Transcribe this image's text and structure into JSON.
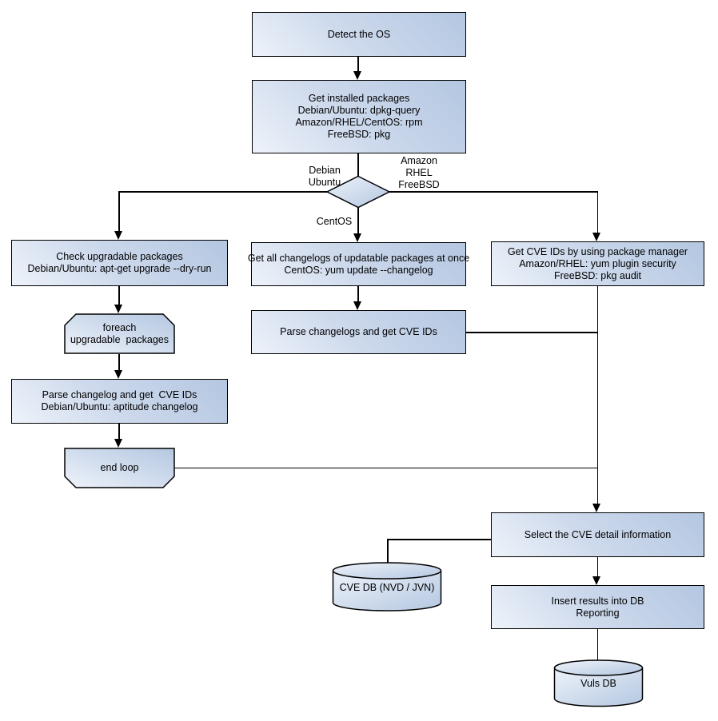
{
  "colors": {
    "node_fill_light": "#eef3fa",
    "node_fill_dark": "#b4c7e1",
    "border": "#000000",
    "background": "#ffffff"
  },
  "nodes": {
    "detect_os": {
      "label": "Detect the OS"
    },
    "get_installed_packages": {
      "lines": [
        "Get installed packages",
        "Debian/Ubuntu: dpkg-query",
        "Amazon/RHEL/CentOS: rpm",
        "FreeBSD: pkg"
      ]
    },
    "check_upgradable": {
      "lines": [
        "Check upgradable packages",
        "Debian/Ubuntu: apt-get upgrade --dry-run"
      ]
    },
    "foreach_loop": {
      "lines": [
        "foreach",
        "upgradable  packages"
      ]
    },
    "parse_changelog_left": {
      "lines": [
        "Parse changelog and get  CVE IDs",
        "Debian/Ubuntu: aptitude changelog"
      ]
    },
    "end_loop": {
      "label": "end loop"
    },
    "get_all_changelogs": {
      "lines": [
        "Get all changelogs of updatable packages at once",
        "CentOS: yum update --changelog"
      ]
    },
    "parse_changelogs_mid": {
      "label": "Parse changelogs and get CVE IDs"
    },
    "get_cve_ids_right": {
      "lines": [
        "Get CVE IDs by using package manager",
        "Amazon/RHEL: yum plugin security",
        "FreeBSD: pkg audit"
      ]
    },
    "select_cve_detail": {
      "label": "Select the CVE detail information"
    },
    "insert_results": {
      "lines": [
        "Insert results into DB",
        "Reporting"
      ]
    },
    "cve_db": {
      "label": "CVE DB (NVD / JVN)"
    },
    "vuls_db": {
      "label": "Vuls DB"
    }
  },
  "edge_labels": {
    "debian_branch": [
      "Debian",
      "Ubuntu"
    ],
    "amazon_branch": [
      "Amazon",
      "RHEL",
      "FreeBSD"
    ],
    "centos_branch": "CentOS"
  }
}
